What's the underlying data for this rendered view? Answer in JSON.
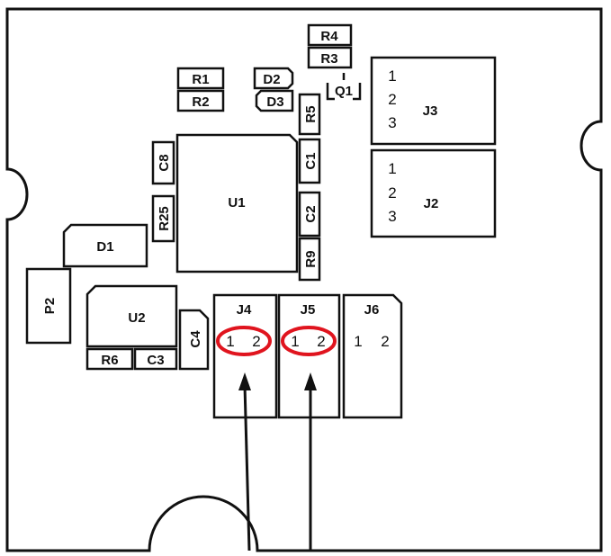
{
  "board": {
    "components": {
      "R4": "R4",
      "R3": "R3",
      "R1": "R1",
      "R2": "R2",
      "D2": "D2",
      "D3": "D3",
      "Q1": "Q1",
      "R5": "R5",
      "C1": "C1",
      "C2": "C2",
      "R9": "R9",
      "C8": "C8",
      "R25": "R25",
      "U1": "U1",
      "D1": "D1",
      "P2": "P2",
      "U2": "U2",
      "R6": "R6",
      "C3": "C3",
      "C4": "C4"
    },
    "connectors": {
      "J3": {
        "label": "J3",
        "pins": [
          "1",
          "2",
          "3"
        ]
      },
      "J2": {
        "label": "J2",
        "pins": [
          "1",
          "2",
          "3"
        ]
      },
      "J4": {
        "label": "J4",
        "pins": [
          "1",
          "2"
        ]
      },
      "J5": {
        "label": "J5",
        "pins": [
          "1",
          "2"
        ]
      },
      "J6": {
        "label": "J6",
        "pins": [
          "1",
          "2"
        ]
      }
    },
    "highlight_color": "#e0141e",
    "highlighted_connectors": [
      "J4",
      "J5"
    ]
  }
}
